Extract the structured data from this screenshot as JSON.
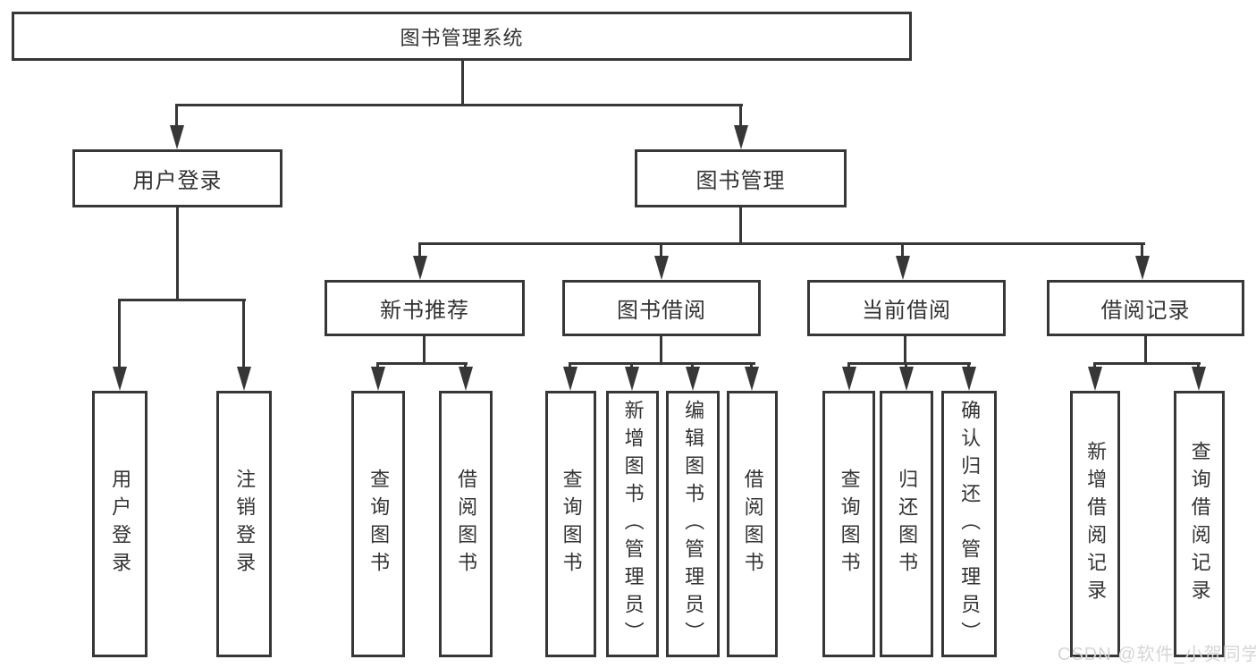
{
  "diagram": {
    "root": {
      "label": "图书管理系统"
    },
    "level2": {
      "user_login": {
        "label": "用户登录"
      },
      "book_mgmt": {
        "label": "图书管理"
      }
    },
    "level3": {
      "new_books": {
        "label": "新书推荐"
      },
      "book_borrow": {
        "label": "图书借阅"
      },
      "current_borrow": {
        "label": "当前借阅"
      },
      "borrow_records": {
        "label": "借阅记录"
      }
    },
    "leaves": {
      "user_login_v": {
        "label": "用户登录"
      },
      "logout": {
        "label": "注销登录"
      },
      "nb_query": {
        "label": "查询图书"
      },
      "nb_borrow": {
        "label": "借阅图书"
      },
      "bw_query": {
        "label": "查询图书"
      },
      "bw_add": {
        "label": "新增图书（管理员）"
      },
      "bw_edit": {
        "label": "编辑图书（管理员）"
      },
      "bw_borrow": {
        "label": "借阅图书"
      },
      "cur_query": {
        "label": "查询图书"
      },
      "cur_return": {
        "label": "归还图书"
      },
      "cur_confirm": {
        "label": "确认归还（管理员）"
      },
      "rec_add": {
        "label": "新增借阅记录"
      },
      "rec_query": {
        "label": "查询借阅记录"
      }
    },
    "watermark": "CSDN @软件_小贺同学",
    "colors": {
      "line": "#373737",
      "text": "#333333",
      "watermark": "#d6d6d6",
      "background": "#ffffff"
    }
  }
}
